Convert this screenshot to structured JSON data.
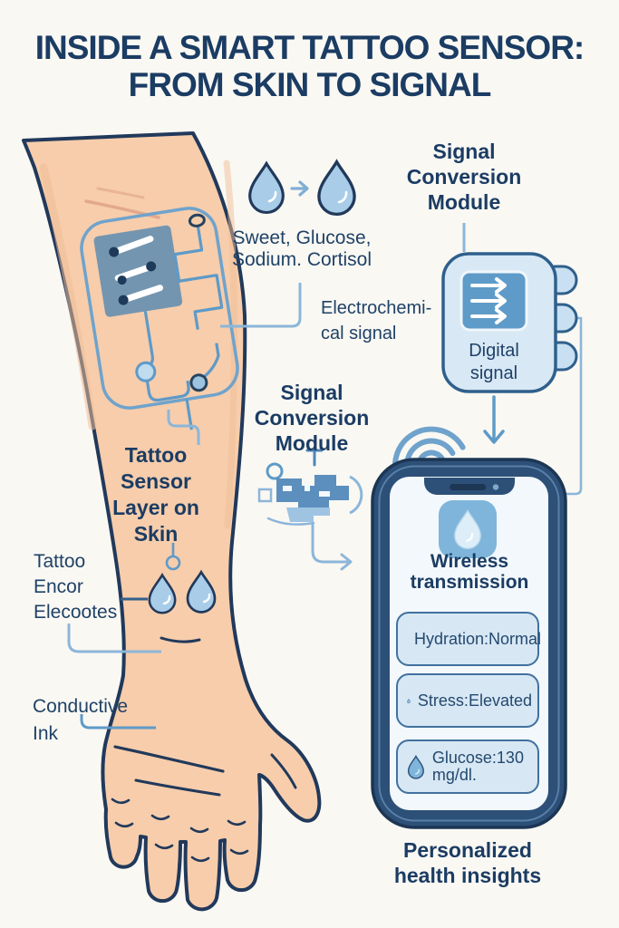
{
  "title": {
    "line1": "INSIDE A SMART TATTOO SENSOR:",
    "line2": "FROM SKIN TO SIGNAL"
  },
  "sweat": {
    "line1": "Sweet, Glucose,",
    "line2": "Sodium. Cortisol"
  },
  "electrochemical": {
    "line1": "Electrochemi-",
    "line2": "cal signal"
  },
  "conversion_module_top": {
    "line1": "Signal",
    "line2": "Conversion",
    "line3": "Module",
    "chip_label_line1": "Digital",
    "chip_label_line2": "signal"
  },
  "conversion_module_center": {
    "line1": "Signal",
    "line2": "Conversion",
    "line3": "Module"
  },
  "arm_labels": {
    "tattoo_layer": {
      "line1": "Tattoo",
      "line2": "Sensor",
      "line3": "Layer on",
      "line4": "Skin"
    },
    "electrodes": {
      "line1": "Tattoo",
      "line2": "Encor",
      "line3": "Elecootes"
    },
    "conductive_ink": {
      "line1": "Conductive",
      "line2": "Ink"
    }
  },
  "phone": {
    "app_title": {
      "line1": "Wireless",
      "line2": "transmission"
    },
    "cards": [
      {
        "label": "Hydration:",
        "value": "Normal"
      },
      {
        "label": "Stress:",
        "value": "Elevated"
      },
      {
        "label": "Glucose:",
        "value": "130 mg/dl."
      }
    ]
  },
  "footer": {
    "line1": "Personalized",
    "line2": "health insights"
  },
  "icons": {
    "sweat": "droplet-pair-with-arrow-icon",
    "digital_signal": "triple-arrow-chip-icon",
    "center_module": "circuit-chip-icon",
    "wireless": "wifi-arcs-icon",
    "phone_app": "droplet-app-icon",
    "card_metric": "droplet-icon"
  },
  "colors": {
    "background": "#FAF8F3",
    "heading_navy": "#1B3C63",
    "label_navy": "#1F4267",
    "skin": "#F7CDAB",
    "outline_navy": "#21395B",
    "droplet_blue": "#A9CDE8",
    "connector_light_blue": "#8CB6D9",
    "accent_blue": "#5E9AC8",
    "module_fill": "#D8E8F5",
    "module_border": "#2F608C",
    "phone_body": "#2D5078",
    "phone_screen": "#F3F8FC",
    "card_fill": "#D7E7F4",
    "card_border": "#41719F",
    "electrode_plate": "#7495B0"
  }
}
